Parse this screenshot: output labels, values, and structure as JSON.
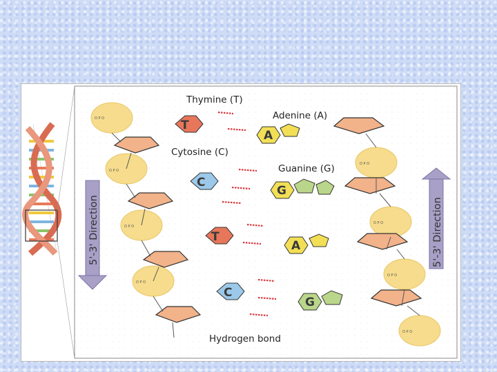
{
  "labels": {
    "thymine": "Thymine (T)",
    "adenine": "Adenine (A)",
    "cytosine": "Cytosine (C)",
    "guanine": "Guanine (G)",
    "hydrogen_bond": "Hydrogen bond",
    "left_direction": "5'-3' Direction",
    "right_direction": "5'-3' Direction"
  },
  "bases": {
    "row1_left": "T",
    "row1_right": "A",
    "row2_left": "C",
    "row2_right": "G",
    "row3_left": "T",
    "row3_right": "A",
    "row4_left": "C",
    "row4_right": "G"
  },
  "colors": {
    "thymine": "#e8765a",
    "adenine": "#f2df55",
    "cytosine": "#9cc9ea",
    "guanine": "#b9d68a",
    "sugar": "#f2b28a",
    "phosphate": "#f6dc8c",
    "bond": "#d8373c",
    "arrow": "#a8a0c6"
  }
}
